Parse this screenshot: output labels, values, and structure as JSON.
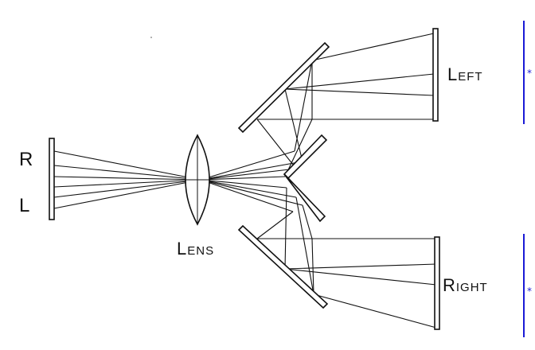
{
  "labels": {
    "object_top": "R",
    "object_bottom": "L",
    "lens": "Lens",
    "left_view": "Left",
    "right_view": "Right"
  },
  "markers": {
    "left_marker": "*",
    "right_marker": "*"
  },
  "colors": {
    "ink": "#111111",
    "marker": "#1a1ad6",
    "background": "#ffffff"
  }
}
